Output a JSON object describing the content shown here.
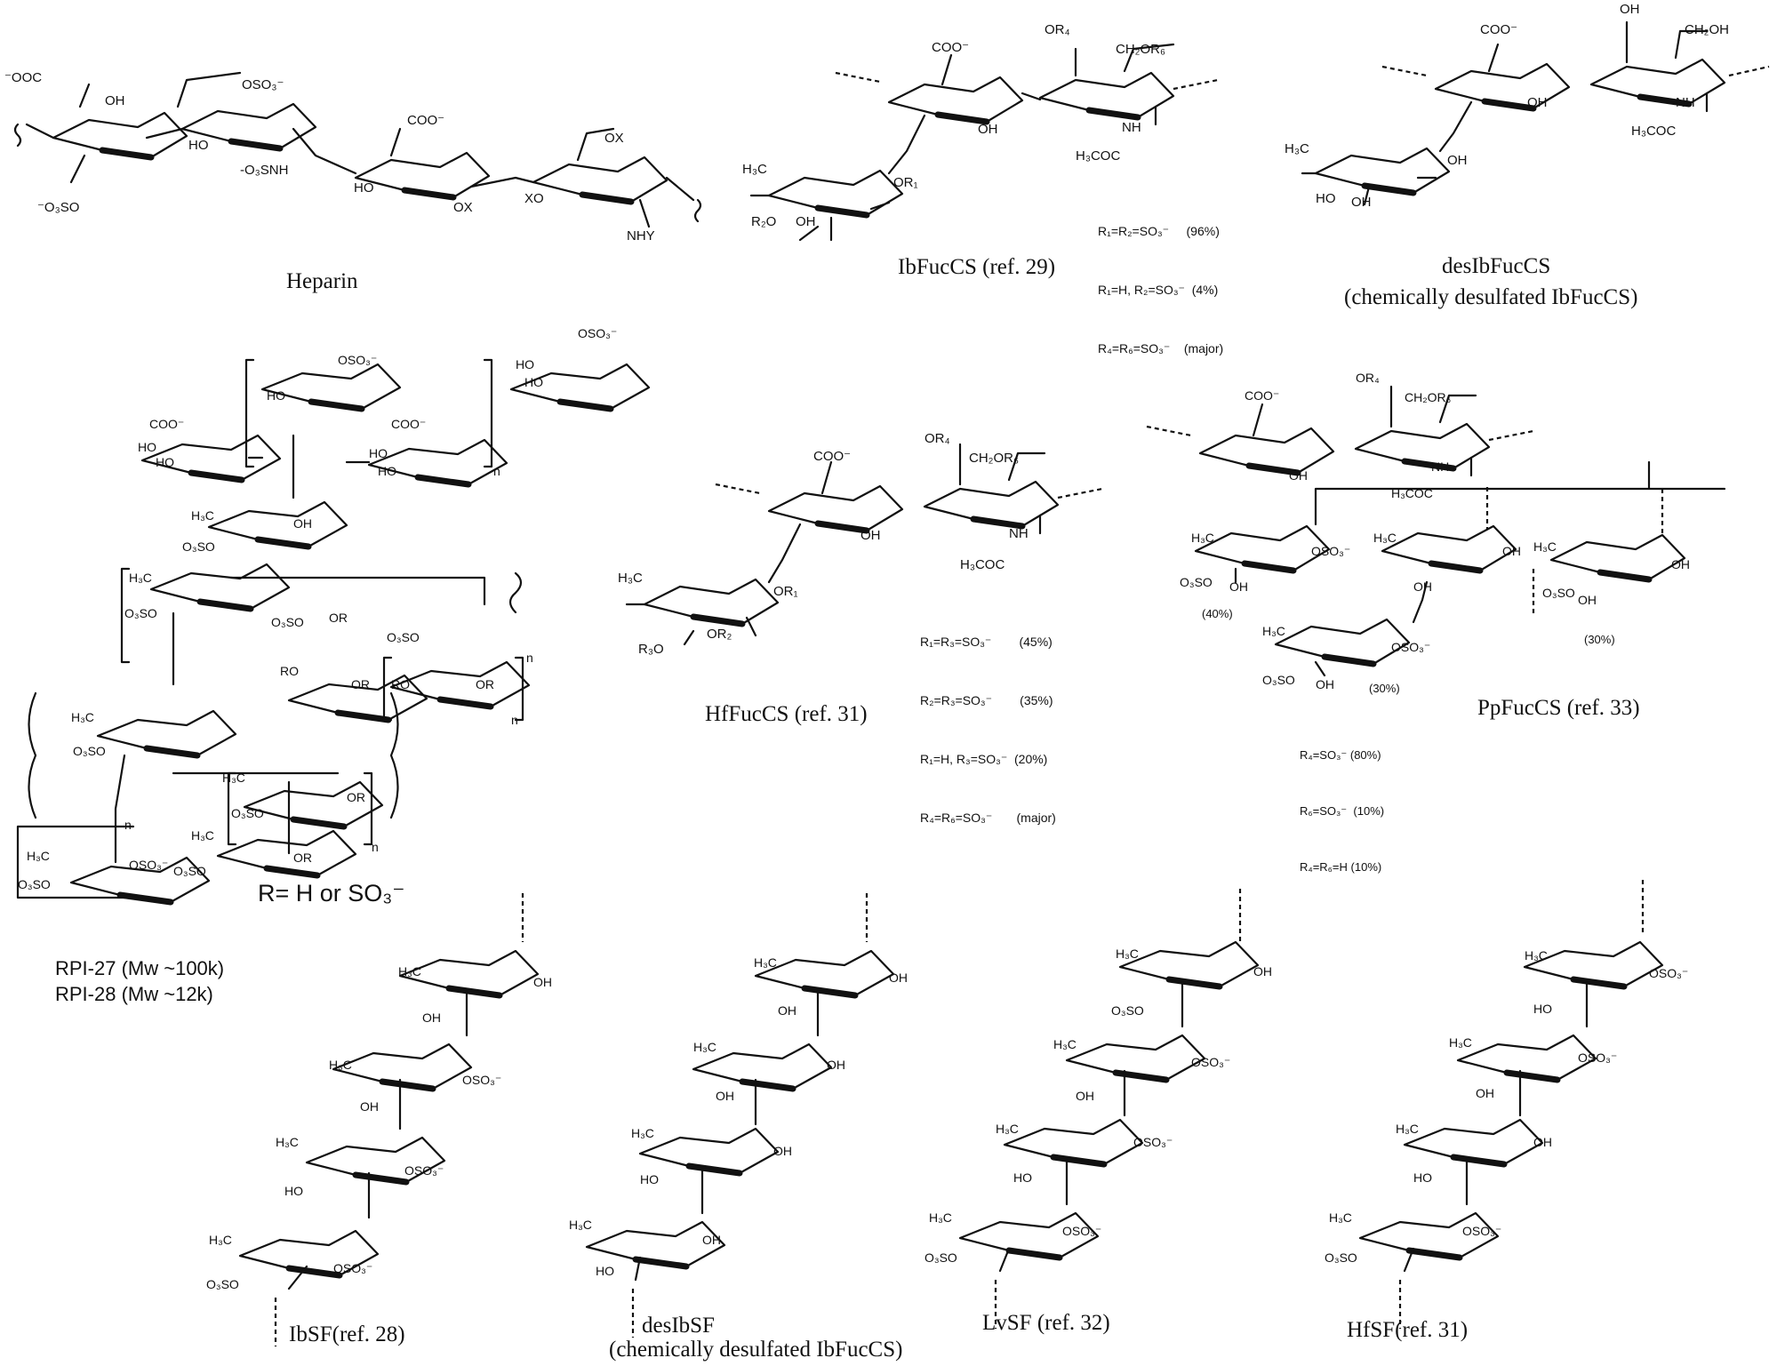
{
  "captions": {
    "heparin": "Heparin",
    "ibfuccs": "IbFucCS (ref. 29)",
    "desibfuccs_1": "desIbFucCS",
    "desibfuccs_2": "(chemically desulfated IbFucCS)",
    "hffuccs": "HfFucCS (ref. 31)",
    "ppfuccs": "PpFucCS (ref. 33)",
    "rpi27": "RPI-27 (Mw ~100k)",
    "rpi28": "RPI-28 (Mw ~12k)",
    "r_def": "R= H or SO₃⁻",
    "ibsf": "IbSF(ref. 28)",
    "desibsf_1": "desIbSF",
    "desibsf_2": "(chemically desulfated IbFucCS)",
    "lvsf": "LvSF (ref. 32)",
    "hfsf": "HfSF(ref. 31)"
  },
  "substituents": {
    "ibfuccs": [
      {
        "label": "R₁=R₂=SO₃⁻",
        "value": "(96%)"
      },
      {
        "label": "R₁=H, R₂=SO₃⁻",
        "value": "(4%)"
      },
      {
        "label": "R₄=R₆=SO₃⁻",
        "value": "(major)"
      }
    ],
    "hffuccs": [
      {
        "label": "R₁=R₃=SO₃⁻",
        "value": "(45%)"
      },
      {
        "label": "R₂=R₃=SO₃⁻",
        "value": "(35%)"
      },
      {
        "label": "R₁=H, R₃=SO₃⁻",
        "value": "(20%)"
      },
      {
        "label": "R₄=R₆=SO₃⁻",
        "value": "(major)"
      }
    ],
    "ppfuccs": [
      {
        "label": "R₄=SO₃⁻",
        "value": "(80%)"
      },
      {
        "label": "R₆=SO₃⁻",
        "value": "(10%)"
      },
      {
        "label": "R₄=R₆=H",
        "value": "(10%)"
      }
    ]
  },
  "ppfuccs_branches": [
    "(40%)",
    "(30%)",
    "(30%)"
  ],
  "atoms": {
    "coo": "COO⁻",
    "ooc": "⁻OOC",
    "oh": "OH",
    "ho": "HO",
    "h3c": "H₃C",
    "oso3": "OSO₃⁻",
    "o3so": "⁻O₃SO",
    "o3so_neutral": "O₃SO",
    "nh": "NH",
    "nhy": "NHY",
    "o3snh": "-O₃SNH",
    "h3coc": "H₃COC",
    "or1": "OR₁",
    "or2": "OR₂",
    "r2o": "R₂O",
    "r3o": "R₃O",
    "or4": "OR₄",
    "ch2or6": "CH₂OR₆",
    "ch2oh": "CH₂OH",
    "ox": "OX",
    "xo": "XO",
    "or": "OR",
    "ro": "RO",
    "o3so_r": "O₃SO",
    "n": "n"
  }
}
